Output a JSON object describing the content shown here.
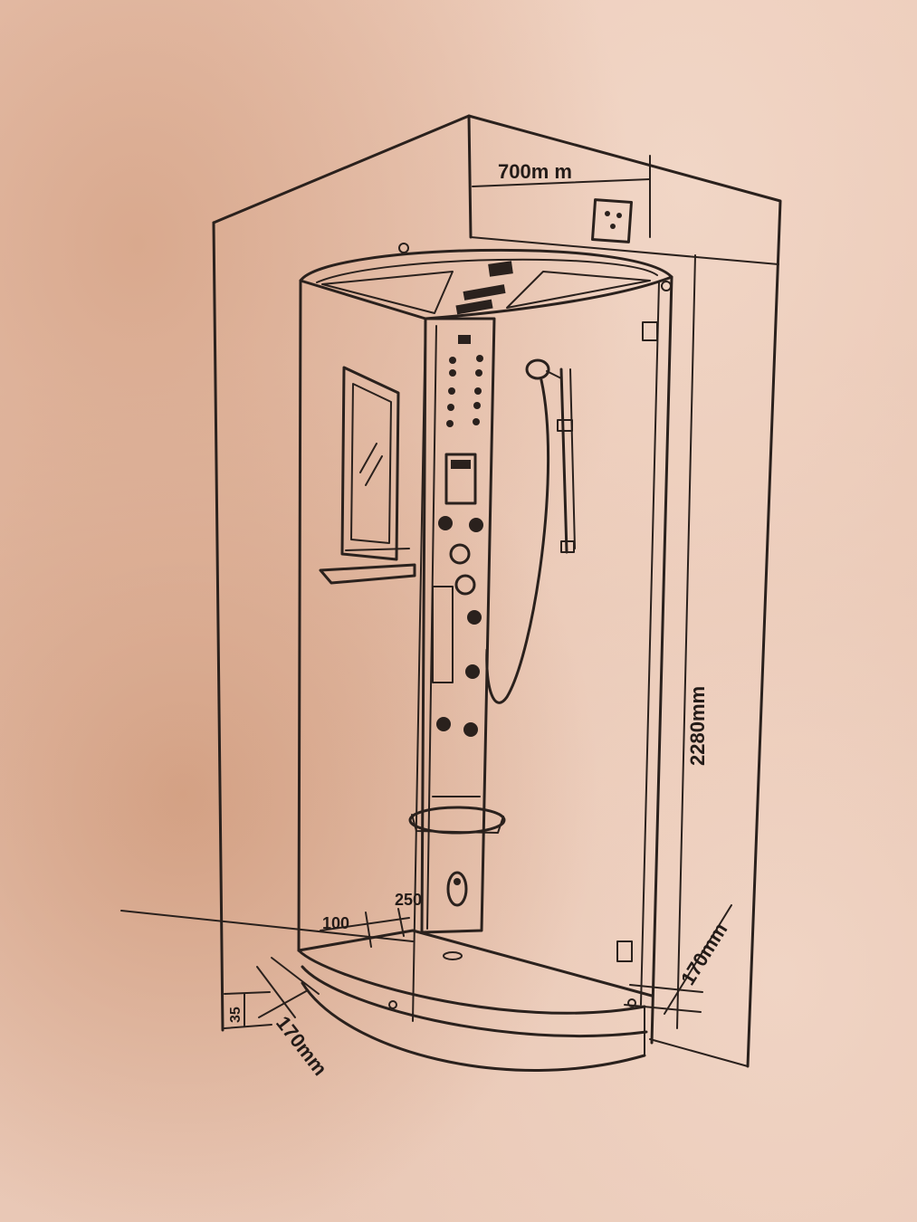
{
  "diagram": {
    "dimensions": {
      "width_top": "700m m",
      "height": "2280mm",
      "right_depth": "170mm",
      "left_depth": "170mm",
      "base_height": "35",
      "offset_a": "100",
      "offset_b": "250"
    }
  },
  "colors": {
    "ink": "#2a211d",
    "paper": "#e9c6b4"
  }
}
